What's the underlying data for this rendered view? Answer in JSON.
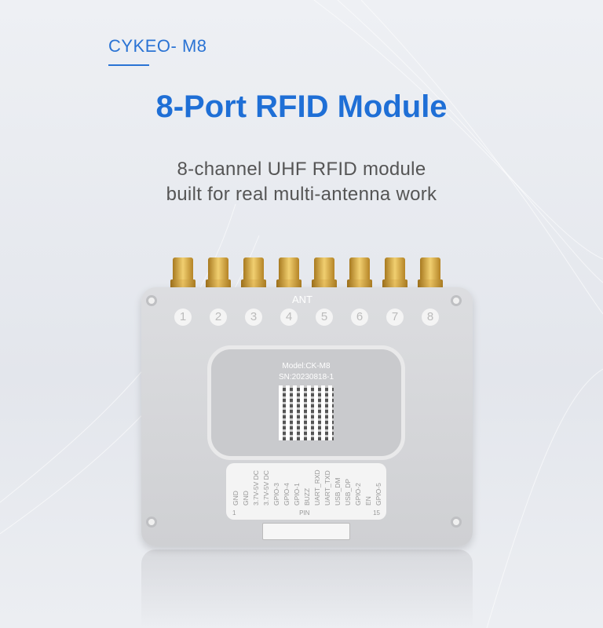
{
  "brand": "CYKEO- M8",
  "title": "8-Port RFID Module",
  "subtitle": [
    "8-channel UHF RFID module",
    "built for real multi-antenna work"
  ],
  "colors": {
    "accent": "#1f6fd6",
    "background": "#e6e9ee"
  },
  "device": {
    "ant_label": "ANT",
    "ports": [
      "1",
      "2",
      "3",
      "4",
      "5",
      "6",
      "7",
      "8"
    ],
    "model": "Model:CK-M8",
    "sn": "SN:20230818-1",
    "qr_icon": "qr-code",
    "pins": [
      "GND",
      "GND",
      "3.7V-5V DC",
      "3.7V-5V DC",
      "GPIO-3",
      "GPIO-4",
      "GPIO-1",
      "BUZZ",
      "UART_RXD",
      "UART_TXD",
      "USB_DM",
      "USB_DP",
      "GPIO-2",
      "EN",
      "GPIO-5"
    ],
    "pin_start": "1",
    "pin_label": "PIN",
    "pin_end": "15"
  }
}
